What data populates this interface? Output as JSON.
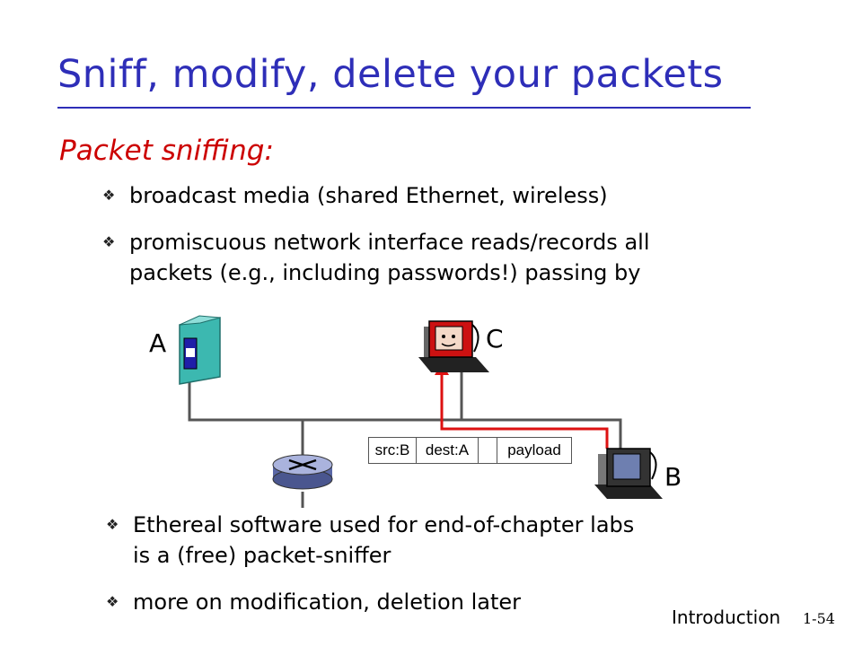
{
  "slide": {
    "title": "Sniff, modify, delete your packets",
    "subtitle": "Packet sniffing:",
    "bullets_top": [
      "broadcast media (shared Ethernet, wireless)",
      "promiscuous network interface reads/records all",
      "packets (e.g., including passwords!) passing by"
    ],
    "bullets_bottom": [
      "Ethereal software used for end-of-chapter labs",
      "is a (free) packet-sniffer",
      "more on modification, deletion later"
    ],
    "bullet_glyph": "❖"
  },
  "diagram": {
    "nodes": [
      {
        "label": "A",
        "type": "server"
      },
      {
        "label": "C",
        "type": "computer"
      },
      {
        "label": "B",
        "type": "computer"
      }
    ],
    "packet": {
      "src": "src:B",
      "dest": "dest:A",
      "payload": "payload"
    }
  },
  "footer": {
    "section": "Introduction",
    "page": "1-54"
  },
  "colors": {
    "title": "#2e2eb8",
    "subtitle": "#cc0000",
    "sniff_path": "#dd1111",
    "server": "#3cb8b0"
  }
}
